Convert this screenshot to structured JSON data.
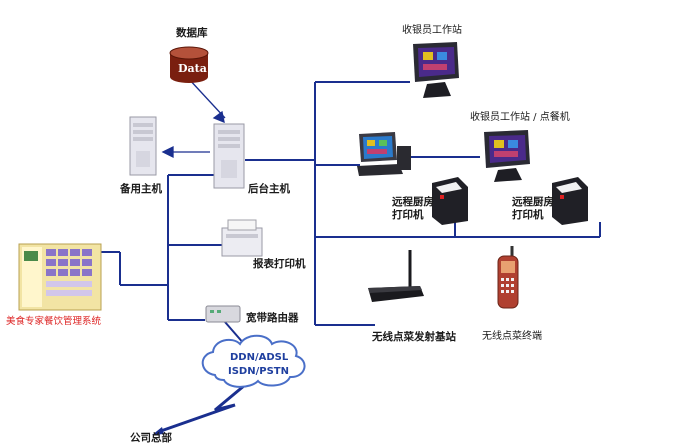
{
  "labels": {
    "database": "数据库",
    "data_can": "Data",
    "backup_host": "备用主机",
    "backend_host": "后台主机",
    "report_printer": "报表打印机",
    "broadband_router": "宽带路由器",
    "software": "美食专家餐饮管理系统",
    "cloud_line1": "DDN/ADSL",
    "cloud_line2": "ISDN/PSTN",
    "hq": "公司总部",
    "pos1": "收银员工作站",
    "pos2": "收银员工作站 / 点餐机",
    "kitchen_printer_1_l1": "远程厨房",
    "kitchen_printer_1_l2": "打印机",
    "kitchen_printer_2_l1": "远程厨房",
    "kitchen_printer_2_l2": "打印机",
    "wireless_base": "无线点菜发射基站",
    "wireless_terminal": "无线点菜终端"
  },
  "colors": {
    "wire": "#1a2f8f",
    "database": "#7a1f0f",
    "label_red": "#dd2222",
    "cloud": "#1f3f9f"
  }
}
